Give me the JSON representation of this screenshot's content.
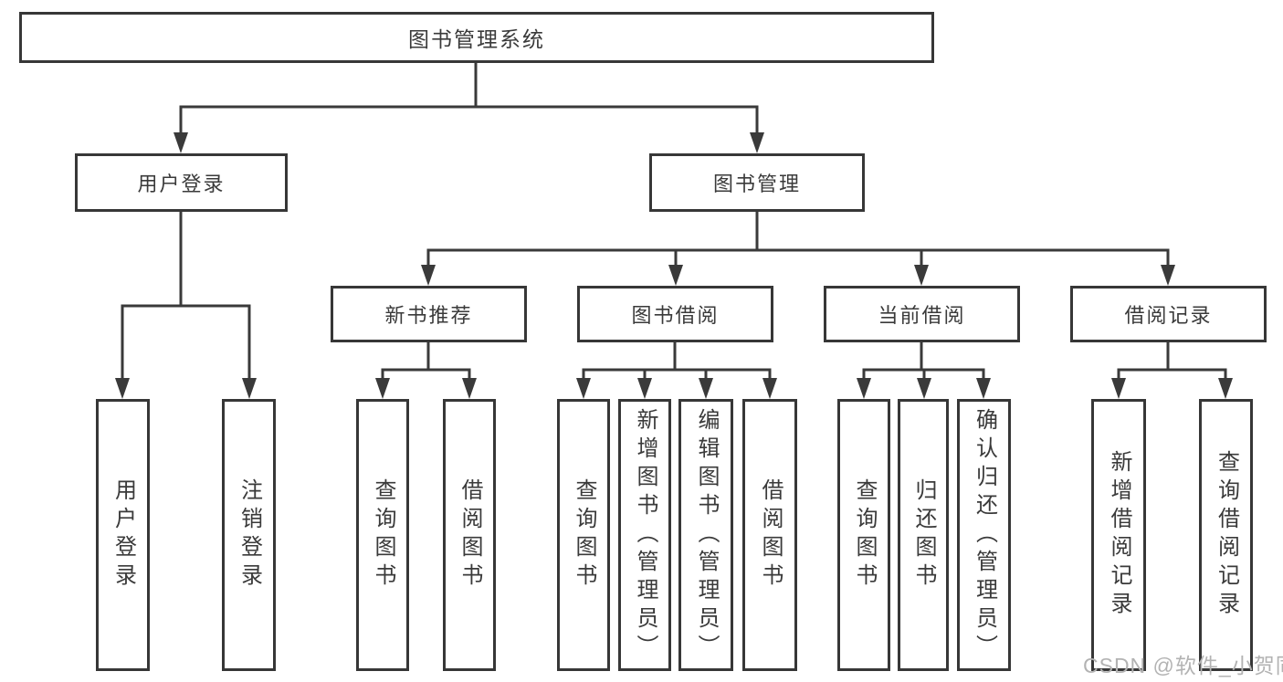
{
  "diagram": {
    "root": {
      "label": "图书管理系统"
    },
    "level2": {
      "user_login": {
        "label": "用户登录"
      },
      "book_mgmt": {
        "label": "图书管理"
      }
    },
    "level3": {
      "new_book_rec": {
        "label": "新书推荐"
      },
      "book_borrow": {
        "label": "图书借阅"
      },
      "current_borrow": {
        "label": "当前借阅"
      },
      "borrow_records": {
        "label": "借阅记录"
      }
    },
    "leaves": {
      "user_login": {
        "label": "用户登录"
      },
      "logout": {
        "label": "注销登录"
      },
      "query_books_1": {
        "label": "查询图书"
      },
      "borrow_books_1": {
        "label": "借阅图书"
      },
      "query_books_2": {
        "label": "查询图书"
      },
      "add_books_admin": {
        "label": "新增图书（管理员）"
      },
      "edit_books_admin": {
        "label": "编辑图书（管理员）"
      },
      "borrow_books_2": {
        "label": "借阅图书"
      },
      "query_books_3": {
        "label": "查询图书"
      },
      "return_books": {
        "label": "归还图书"
      },
      "confirm_return_admin": {
        "label": "确认归还（管理员）"
      },
      "add_borrow_record": {
        "label": "新增借阅记录"
      },
      "query_borrow_record": {
        "label": "查询借阅记录"
      }
    }
  },
  "watermark": {
    "text": "CSDN @软件_小贺同学"
  },
  "colors": {
    "line": "#3a3a3a",
    "border": "#373737",
    "text": "#333333",
    "watermark": "#b3b3b3",
    "background": "#ffffff"
  }
}
